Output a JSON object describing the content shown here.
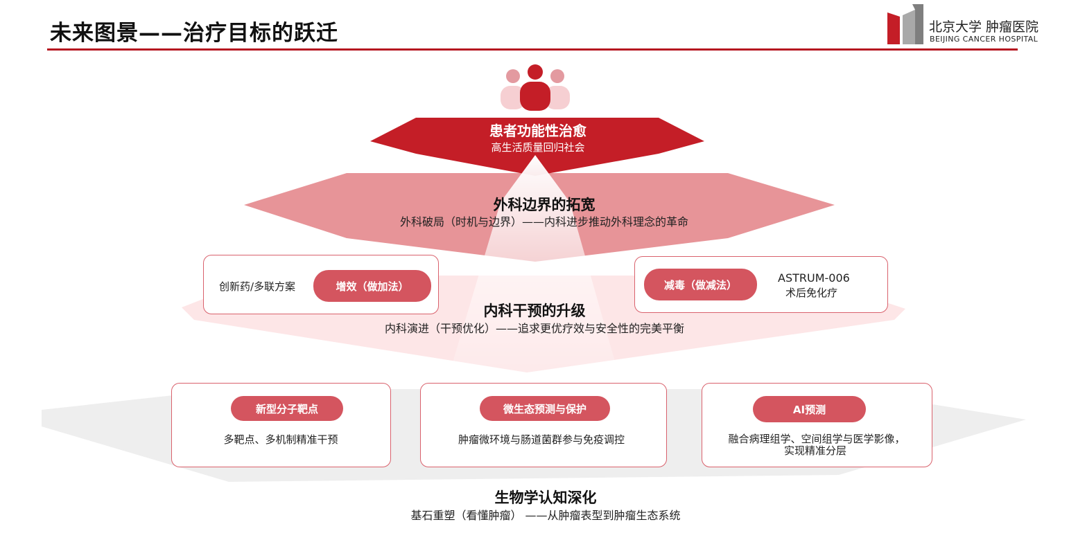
{
  "header": {
    "title": "未来图景——治疗目标的跃迁",
    "logo_cn": "北京大学 肿瘤医院",
    "logo_en": "BEIJING CANCER HOSPITAL"
  },
  "colors": {
    "brand_red": "#b5131f",
    "top_red": "#c41e27",
    "mid_pink": "#e79498",
    "light_pink": "#fde6e7",
    "grey": "#eeeeee",
    "pill": "#d4555f"
  },
  "levels": {
    "top": {
      "title": "患者功能性治愈",
      "subtitle": "高生活质量回归社会"
    },
    "surgery": {
      "title": "外科边界的拓宽",
      "subtitle": "外科破局（时机与边界）——内科进步推动外科理念的革命"
    },
    "medicine": {
      "title": "内科干预的升级",
      "subtitle": "内科演进（干预优化）——追求更优疗效与安全性的完美平衡",
      "left_box": {
        "text": "创新药/多联方案",
        "pill": "增效（做加法）"
      },
      "right_box": {
        "pill": "减毒（做减法）",
        "line1": "ASTRUM-006",
        "line2": "术后免化疗"
      }
    },
    "biology": {
      "title": "生物学认知深化",
      "subtitle": "基石重塑（看懂肿瘤）  ——从肿瘤表型到肿瘤生态系统",
      "boxes": [
        {
          "pill": "新型分子靶点",
          "text": "多靶点、多机制精准干预"
        },
        {
          "pill": "微生态预测与保护",
          "text": "肿瘤微环境与肠道菌群参与免疫调控"
        },
        {
          "pill": "AI预测",
          "text_line1": "融合病理组学、空间组学与医学影像，",
          "text_line2": "实现精准分层"
        }
      ]
    }
  },
  "icons": {
    "people": "people-group-icon",
    "logo": "pku-logo-icon"
  }
}
